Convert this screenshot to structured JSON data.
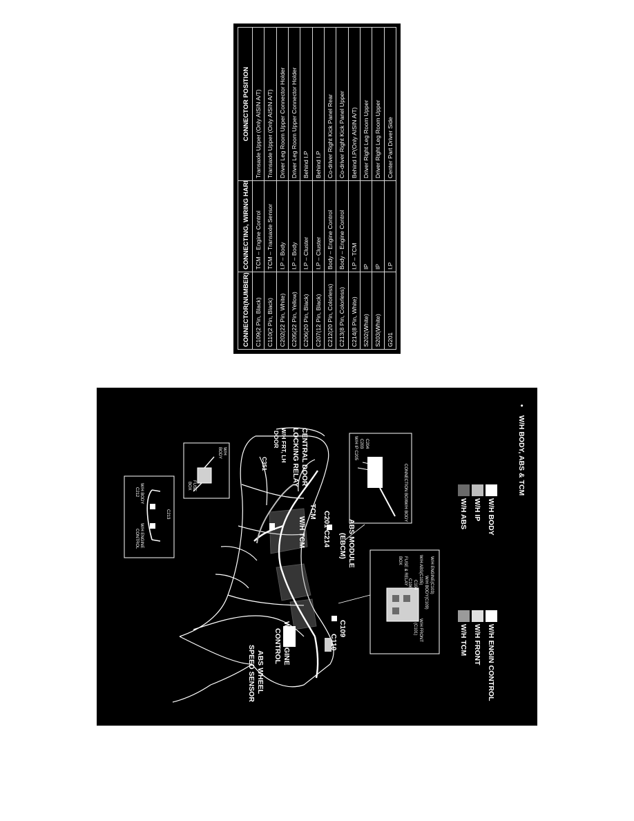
{
  "table": {
    "headers": [
      "CONNECTOR(NUMBER)",
      "CONNECTING, WIRING HARNESS",
      "CONNECTOR POSITION"
    ],
    "rows": [
      [
        "C109(2 Pin, Black)",
        "TCM – Engine Control",
        "Transaxle Upper (Only AISIN A/T)"
      ],
      [
        "C110(2 Pin, Black)",
        "TCM – Transaxle Sensor",
        "Transaxle Upper (Only AISIN A/T)"
      ],
      [
        "C202(22 Pin, White)",
        "I.P – Body",
        "Driver Leg Room Upper Connector Holder"
      ],
      [
        "C205(22 Pin, Yellow)",
        "I.P – Body",
        "Driver Leg Room Upper Connector Holder"
      ],
      [
        "C206(20 Pin, Black)",
        "I.P – Cluster",
        "Behind I.P"
      ],
      [
        "C207(12 Pin, Black)",
        "I.P – Cluster",
        "Behind I.P"
      ],
      [
        "C212(20 Pin, Colorless)",
        "Body – Engine Control",
        "Co-driver Right Kick Panel Rear"
      ],
      [
        "C213(8 Pin, Colorless)",
        "Body – Engine Control",
        "Co-driver Right Kick Panel Upper"
      ],
      [
        "C214(8 Pin, White)",
        "I.P – TCM",
        "Behind I.P(Only AISIN A/T)"
      ],
      [
        "S202(White)",
        "IP",
        "Driver Right Leg Room Upper"
      ],
      [
        "S203(White)",
        "IP",
        "Driver Right Leg Room Upper"
      ],
      [
        "G201",
        "I.P",
        "Center Part Driver Side"
      ]
    ]
  },
  "diagram": {
    "title": "W/H BODY, ABS & TCM",
    "bullet": "•",
    "legend": [
      "W/H BODY",
      "W/H IP",
      "W/H ABS",
      "W/H ENGIN CONTROL",
      "W/H FRONT",
      "W/H TCM"
    ],
    "labels": {
      "abs_module": "ABS MODULE",
      "ebcm": "(EBCM)",
      "c201_c214": "C201 C214",
      "c109": "C109",
      "c110": "C110",
      "wh_engine": "W/H ENGINE",
      "control": "CONTROL",
      "abs_wheel": "ABS WHEEL",
      "speed_sensor": "SPEED SENSOR",
      "tcm": "TCM",
      "wh_tcm": "W/H TCM",
      "central_door": "CENTRAL DOOR",
      "locking_relay": "LOCKING RELAY",
      "wh_frt_lh": "W/H FRT, LH",
      "door": "DOOR",
      "c351": "C351",
      "connection_box": "CONNECTION BOX",
      "wh_body_small": "W/H BODY",
      "wh_ip_c205": "W/H IP C205",
      "c204": "C204",
      "c203": "C203",
      "wh_engine_c103": "W/H ENGINE(C103)",
      "wh_body_c109": "W/H BODY(C109)",
      "wh_abs_c105": "W/H ABS(C105)",
      "wh_front": "W/H FRONT",
      "c101": "(C101)",
      "c104": "C104",
      "c106": "C106",
      "fuse_relay": "FUSE & RELAY",
      "box": "BOX",
      "wh_body2": "W/H",
      "body2": "BODY",
      "fuse2": "FUSE",
      "box2": "BOX",
      "c213": "C213",
      "wh_body_c212": "W/H BODY",
      "c212": "C212",
      "wh_engine_small": "W/H ENGINE",
      "control_small": "CONTROL"
    }
  }
}
